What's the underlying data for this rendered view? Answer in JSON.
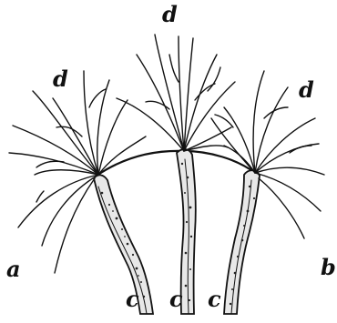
{
  "figure": {
    "labels": {
      "top_d": "d",
      "left_d": "d",
      "right_d": "d",
      "a": "a",
      "b": "b",
      "c_left": "c",
      "c_middle": "c",
      "c_right": "c"
    }
  }
}
